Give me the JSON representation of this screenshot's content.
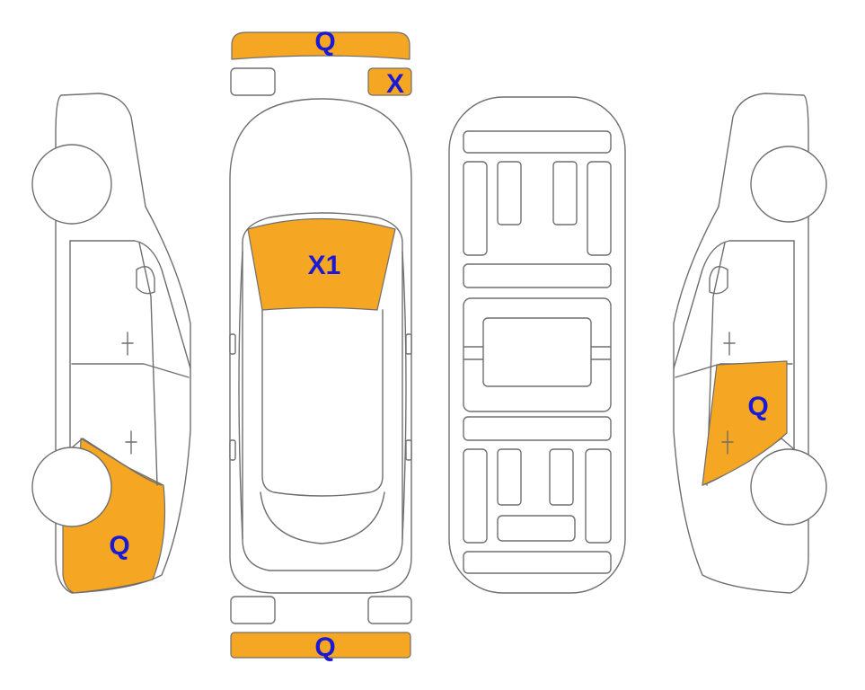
{
  "colors": {
    "damage_fill": "#F5A623",
    "label_color": "#1A1AD6",
    "outline": "#6F6F6F"
  },
  "marks": {
    "front_bumper": "Q",
    "front_right_plate": "X",
    "windshield": "X1",
    "rear_bumper": "Q",
    "left_rear_quarter": "Q",
    "right_rear_door": "Q"
  }
}
